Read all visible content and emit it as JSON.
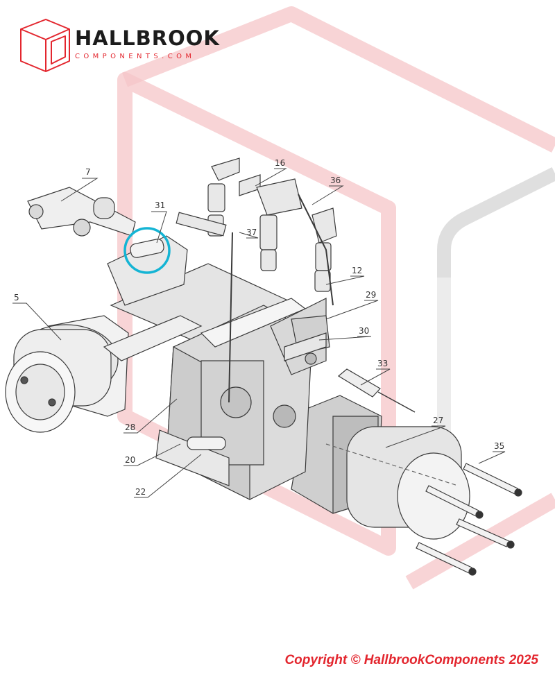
{
  "logo": {
    "name": "HALLBROOK",
    "subtitle": "COMPONENTS.COM",
    "icon": "cube-icon"
  },
  "copyright": "Copyright © HallbrookComponents 2025",
  "colors": {
    "brand_red": "#e3262e",
    "watermark_red": "#f6c6c8",
    "watermark_gray": "#d7d7d7",
    "highlight_cyan": "#14b4d4",
    "line": "#3a3a3a"
  },
  "diagram": {
    "highlighted_part": "31",
    "part_labels": [
      "7",
      "31",
      "16",
      "36",
      "37",
      "12",
      "29",
      "30",
      "5",
      "33",
      "27",
      "35",
      "28",
      "20",
      "22"
    ]
  }
}
